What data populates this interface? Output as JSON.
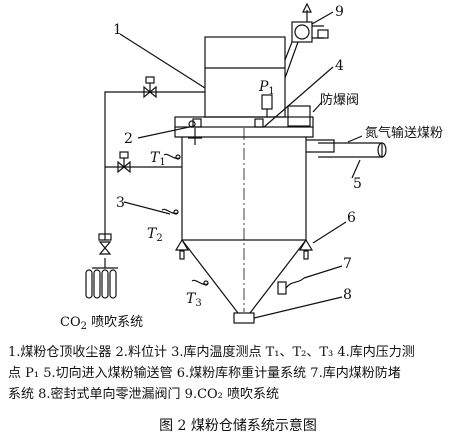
{
  "diagram": {
    "numbers": [
      "1",
      "2",
      "3",
      "4",
      "5",
      "6",
      "7",
      "8",
      "9"
    ],
    "p1_label": "P",
    "p1_sub": "1",
    "t1_label": "T",
    "t1_sub": "1",
    "t2_label": "T",
    "t2_sub": "2",
    "t3_label": "T",
    "t3_sub": "3",
    "explosion_valve": "防爆阀",
    "nitrogen_conveying": "氮气输送煤粉",
    "co2_system_prefix": "CO",
    "co2_system_sub": "2",
    "co2_system_suffix": " 喷吹系统"
  },
  "caption": {
    "lines": [
      "1.煤粉仓顶收尘器 2.料位计 3.库内温度测点 T₁、T₂、T₃ 4.库内压力测",
      "点 P₁ 5.切向进入煤粉输送管 6.煤粉库称重计量系统 7.库内煤粉防堵",
      "系统 8.密封式单向零泄漏阀门 9.CO₂ 喷吹系统"
    ],
    "figure_title": "图 2    煤粉仓储系统示意图"
  }
}
